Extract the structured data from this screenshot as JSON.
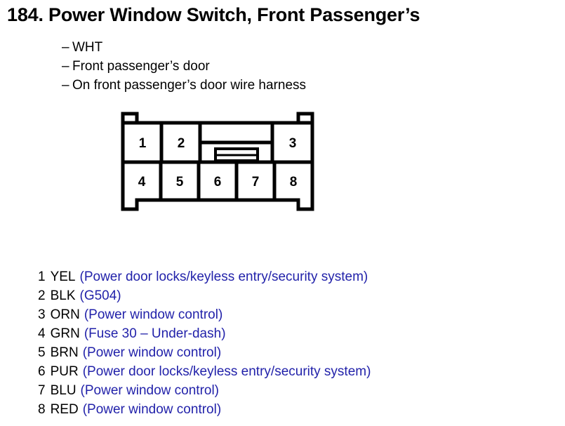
{
  "page": {
    "item_number": "184.",
    "title": "184. Power Window Switch, Front Passenger’s",
    "title_text": "Power Window Switch, Front Passenger’s"
  },
  "bullets": [
    {
      "dash": "–",
      "text": "WHT"
    },
    {
      "dash": "–",
      "text": "Front passenger’s door"
    },
    {
      "dash": "–",
      "text": "On front passenger’s door wire harness"
    }
  ],
  "connector": {
    "name": "8-cavity connector",
    "top_row": [
      "1",
      "2",
      "3"
    ],
    "bottom_row": [
      "4",
      "5",
      "6",
      "7",
      "8"
    ],
    "latch_tab": "center-latch-tab",
    "outline_color": "#000000",
    "fill_color": "#ffffff"
  },
  "legend": {
    "desc_color": "#2222aa",
    "rows": [
      {
        "pin": "1",
        "color": "YEL",
        "desc": "(Power door locks/keyless entry/security system)"
      },
      {
        "pin": "2",
        "color": "BLK",
        "desc": "(G504)"
      },
      {
        "pin": "3",
        "color": "ORN",
        "desc": "(Power window control)"
      },
      {
        "pin": "4",
        "color": "GRN",
        "desc": "(Fuse 30 – Under-dash)"
      },
      {
        "pin": "5",
        "color": "BRN",
        "desc": "(Power window control)"
      },
      {
        "pin": "6",
        "color": "PUR",
        "desc": "(Power door locks/keyless entry/security system)"
      },
      {
        "pin": "7",
        "color": "BLU",
        "desc": "(Power window control)"
      },
      {
        "pin": "8",
        "color": "RED",
        "desc": "(Power window control)"
      }
    ]
  }
}
